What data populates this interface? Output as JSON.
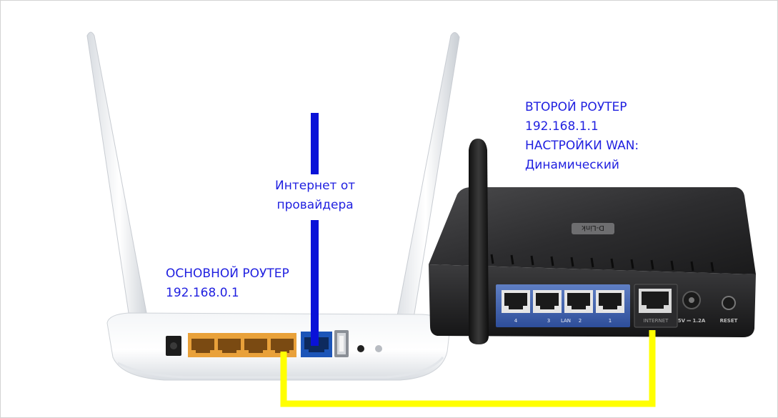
{
  "main_router": {
    "title": "ОСНОВНОЙ РОУТЕР",
    "ip": "192.168.0.1"
  },
  "internet": {
    "line1": "Интернет от",
    "line2": "провайдера"
  },
  "second_router": {
    "title": "ВТОРОЙ РОУТЕР",
    "ip": "192.168.1.1",
    "wan_label": "НАСТРОЙКИ WAN:",
    "wan_value": "Динамический",
    "brand": "D-Link",
    "port_labels": {
      "p4": "4",
      "p3": "3",
      "lan": "LAN",
      "p2": "2",
      "p1": "1",
      "internet": "INTERNET",
      "power": "5V ⎓ 1.2A",
      "reset": "RESET"
    }
  },
  "colors": {
    "label_text": "#1f1fe0",
    "internet_cable": "#0a12d8",
    "lan_cable": "#ffff00",
    "lan_ports": "#f0a640",
    "wan_port": "#1c55b8"
  }
}
